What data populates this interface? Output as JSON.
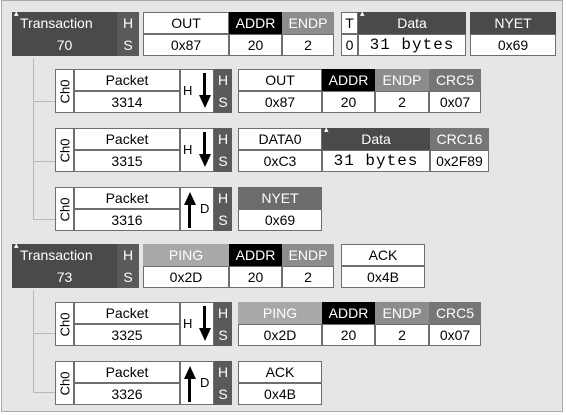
{
  "transactions": [
    {
      "label": "Transaction",
      "h": "H",
      "s": "S",
      "number": "70",
      "fields": [
        {
          "name": "OUT",
          "value": "0x87"
        },
        {
          "name": "ADDR",
          "value": "20"
        },
        {
          "name": "ENDP",
          "value": "2"
        },
        {
          "name": "T",
          "value": "0"
        },
        {
          "name": "Data",
          "value": "31 bytes"
        },
        {
          "name": "NYET",
          "value": "0x69"
        }
      ],
      "packets": [
        {
          "ch": "Ch0",
          "label": "Packet",
          "number": "3314",
          "dir": "H",
          "h": "H",
          "s": "S",
          "fields": [
            {
              "name": "OUT",
              "value": "0x87"
            },
            {
              "name": "ADDR",
              "value": "20"
            },
            {
              "name": "ENDP",
              "value": "2"
            },
            {
              "name": "CRC5",
              "value": "0x07"
            }
          ]
        },
        {
          "ch": "Ch0",
          "label": "Packet",
          "number": "3315",
          "dir": "H",
          "h": "H",
          "s": "S",
          "fields": [
            {
              "name": "DATA0",
              "value": "0xC3"
            },
            {
              "name": "Data",
              "value": "31 bytes"
            },
            {
              "name": "CRC16",
              "value": "0x2F89"
            }
          ]
        },
        {
          "ch": "Ch0",
          "label": "Packet",
          "number": "3316",
          "dir": "D",
          "h": "H",
          "s": "S",
          "fields": [
            {
              "name": "NYET",
              "value": "0x69"
            }
          ]
        }
      ]
    },
    {
      "label": "Transaction",
      "h": "H",
      "s": "S",
      "number": "73",
      "fields": [
        {
          "name": "PING",
          "value": "0x2D"
        },
        {
          "name": "ADDR",
          "value": "20"
        },
        {
          "name": "ENDP",
          "value": "2"
        },
        {
          "name": "ACK",
          "value": "0x4B"
        }
      ],
      "packets": [
        {
          "ch": "Ch0",
          "label": "Packet",
          "number": "3325",
          "dir": "H",
          "h": "H",
          "s": "S",
          "fields": [
            {
              "name": "PING",
              "value": "0x2D"
            },
            {
              "name": "ADDR",
              "value": "20"
            },
            {
              "name": "ENDP",
              "value": "2"
            },
            {
              "name": "CRC5",
              "value": "0x07"
            }
          ]
        },
        {
          "ch": "Ch0",
          "label": "Packet",
          "number": "3326",
          "dir": "D",
          "h": "H",
          "s": "S",
          "fields": [
            {
              "name": "ACK",
              "value": "0x4B"
            }
          ]
        }
      ]
    }
  ]
}
